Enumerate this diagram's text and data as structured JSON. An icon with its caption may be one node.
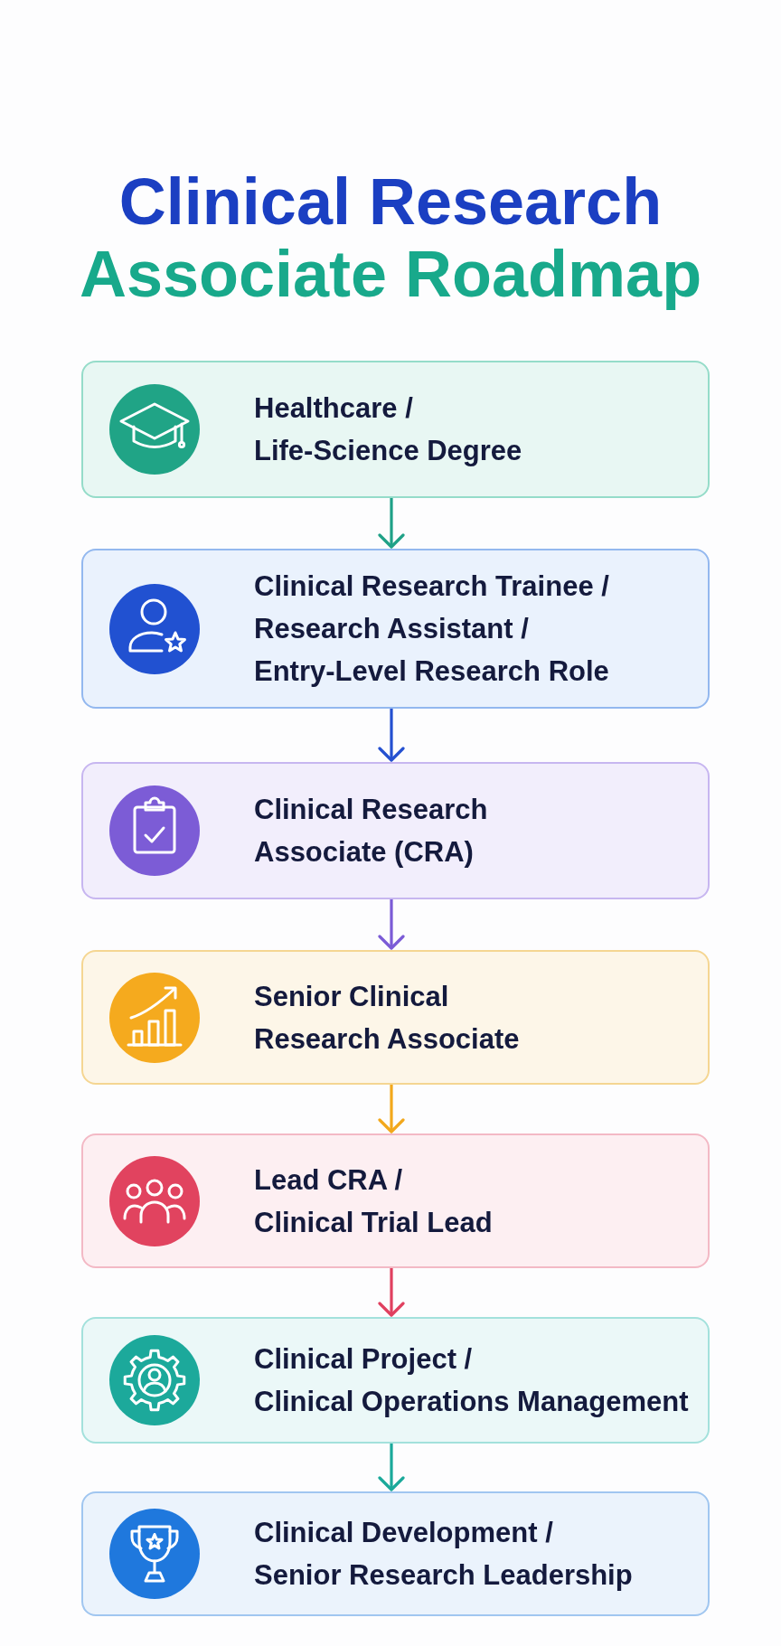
{
  "diagram": {
    "title": "Clinical Research Associate Roadmap",
    "nodes": [
      {
        "text": [
          "Healthcare / Life-Science Degree"
        ]
      },
      {
        "text": [
          "Clinical Research Trainee / Research Assistant / Entry-Level Research Role"
        ]
      },
      {
        "text": [
          "Clinical Research Associate (CRA)"
        ]
      },
      {
        "text": [
          "Senior Clinical Research Associate"
        ]
      },
      {
        "text": [
          "Lead CRA / Clinical Trial Lead"
        ]
      },
      {
        "text": [
          "Clinical Project / Clinical Operations Management"
        ]
      },
      {
        "text": [
          "Clinical Development / Senior Research Leadership"
        ]
      }
    ],
    "edges": [
      {
        "from": 0,
        "to": 1,
        "arrow": "to",
        "color": "#1fa187"
      },
      {
        "from": 1,
        "to": 2,
        "arrow": "to",
        "color": "#2450d0"
      },
      {
        "from": 2,
        "to": 3,
        "arrow": "to",
        "color": "#7b5bd6"
      },
      {
        "from": 3,
        "to": 4,
        "arrow": "to",
        "color": "#f2a81c"
      },
      {
        "from": 4,
        "to": 5,
        "arrow": "to",
        "color": "#e0405f"
      },
      {
        "from": 5,
        "to": 6,
        "arrow": "to",
        "color": "#1aa99a"
      }
    ]
  }
}
